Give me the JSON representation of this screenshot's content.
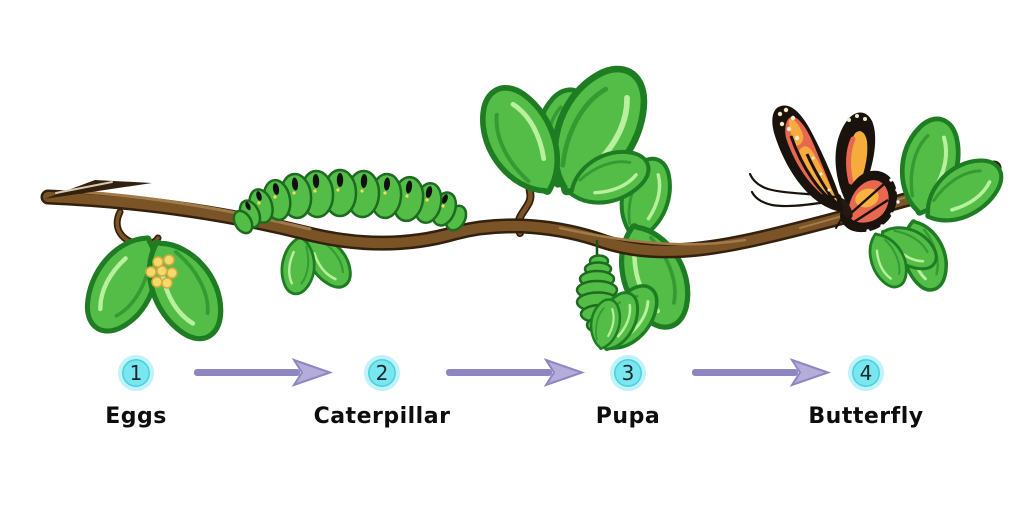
{
  "diagram": {
    "type": "life-cycle",
    "stages": [
      {
        "number": "1",
        "label": "Eggs",
        "icon": "eggs-on-leaf-illustration"
      },
      {
        "number": "2",
        "label": "Caterpillar",
        "icon": "caterpillar-on-branch-illustration"
      },
      {
        "number": "3",
        "label": "Pupa",
        "icon": "hanging-pupa-illustration"
      },
      {
        "number": "4",
        "label": "Butterfly",
        "icon": "monarch-butterfly-illustration"
      }
    ],
    "colors": {
      "background": "#ffffff",
      "badge_fill": "#79e6f0",
      "badge_ring": "#bff3f9",
      "label_color": "#0d0d0d",
      "arrow_shaft": "#8d86c3",
      "arrow_head": "#b4add9",
      "branch_brown": "#7a5427",
      "branch_outline": "#33210d",
      "leaf_green": "#54bd47",
      "leaf_dark": "#1e7d22",
      "leaf_highlight": "#b9f09e",
      "egg_yellow": "#f5d96b",
      "butterfly_orange": "#f6ac3d",
      "butterfly_red": "#e8684f",
      "butterfly_black": "#1a120d",
      "wing_spot_cream": "#f3eccb"
    }
  }
}
